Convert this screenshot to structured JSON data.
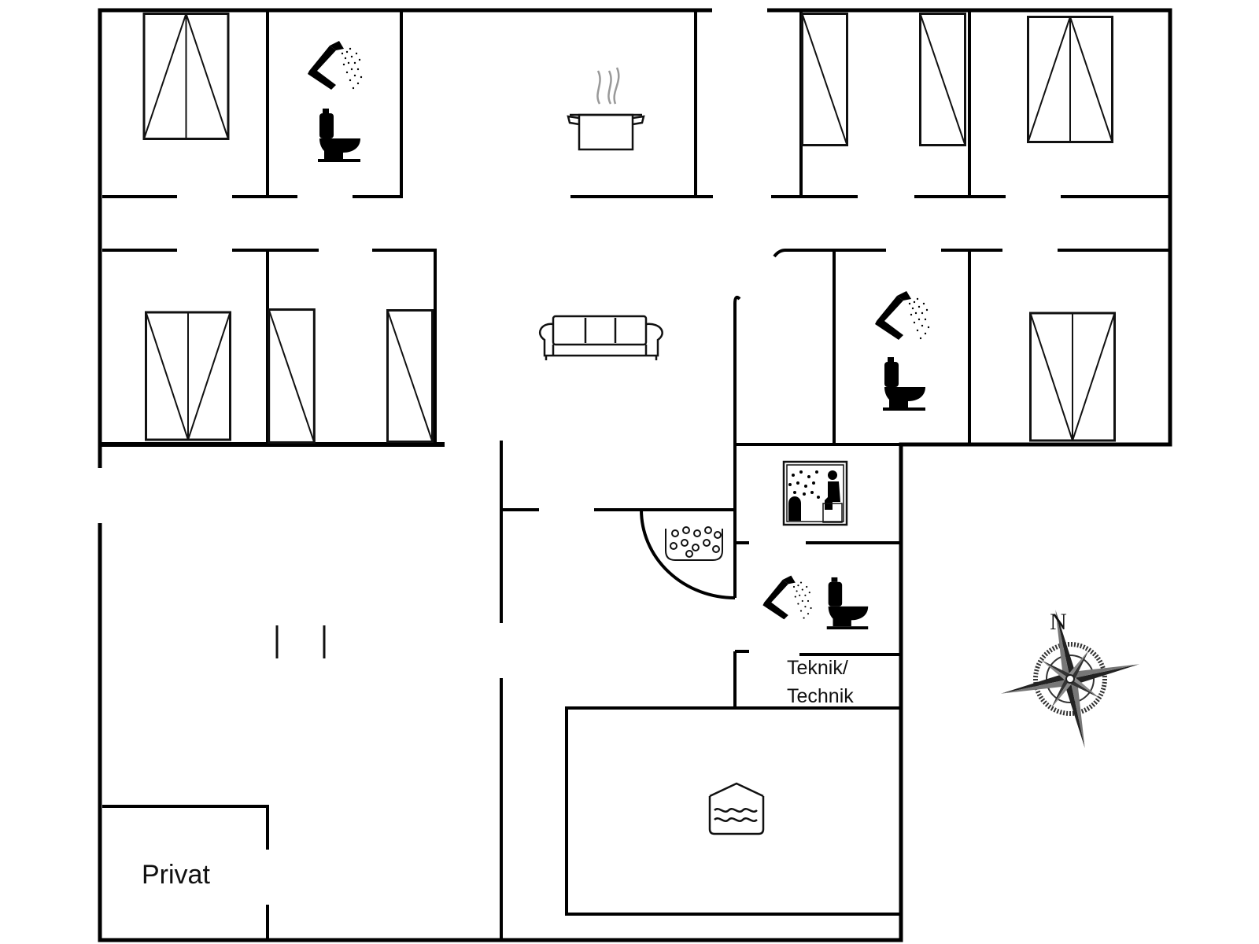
{
  "labels": {
    "private_room": "Privat",
    "technical_room_line1": "Teknik/",
    "technical_room_line2": "Technik",
    "compass_north": "N"
  },
  "icons": {
    "kitchen": "cooking-pot-icon",
    "living_room": "sofa-icon",
    "bathroom": [
      "shower-icon",
      "toilet-icon"
    ],
    "sauna": "sauna-icon",
    "whirlpool": "whirlpool-icon",
    "pool": "indoor-pool-icon",
    "bedroom": "bed-icon",
    "compass": "compass-rose-icon"
  },
  "colors": {
    "wall": "#000000",
    "line": "#111111",
    "background": "#ffffff",
    "compass_dark": "#333333"
  }
}
